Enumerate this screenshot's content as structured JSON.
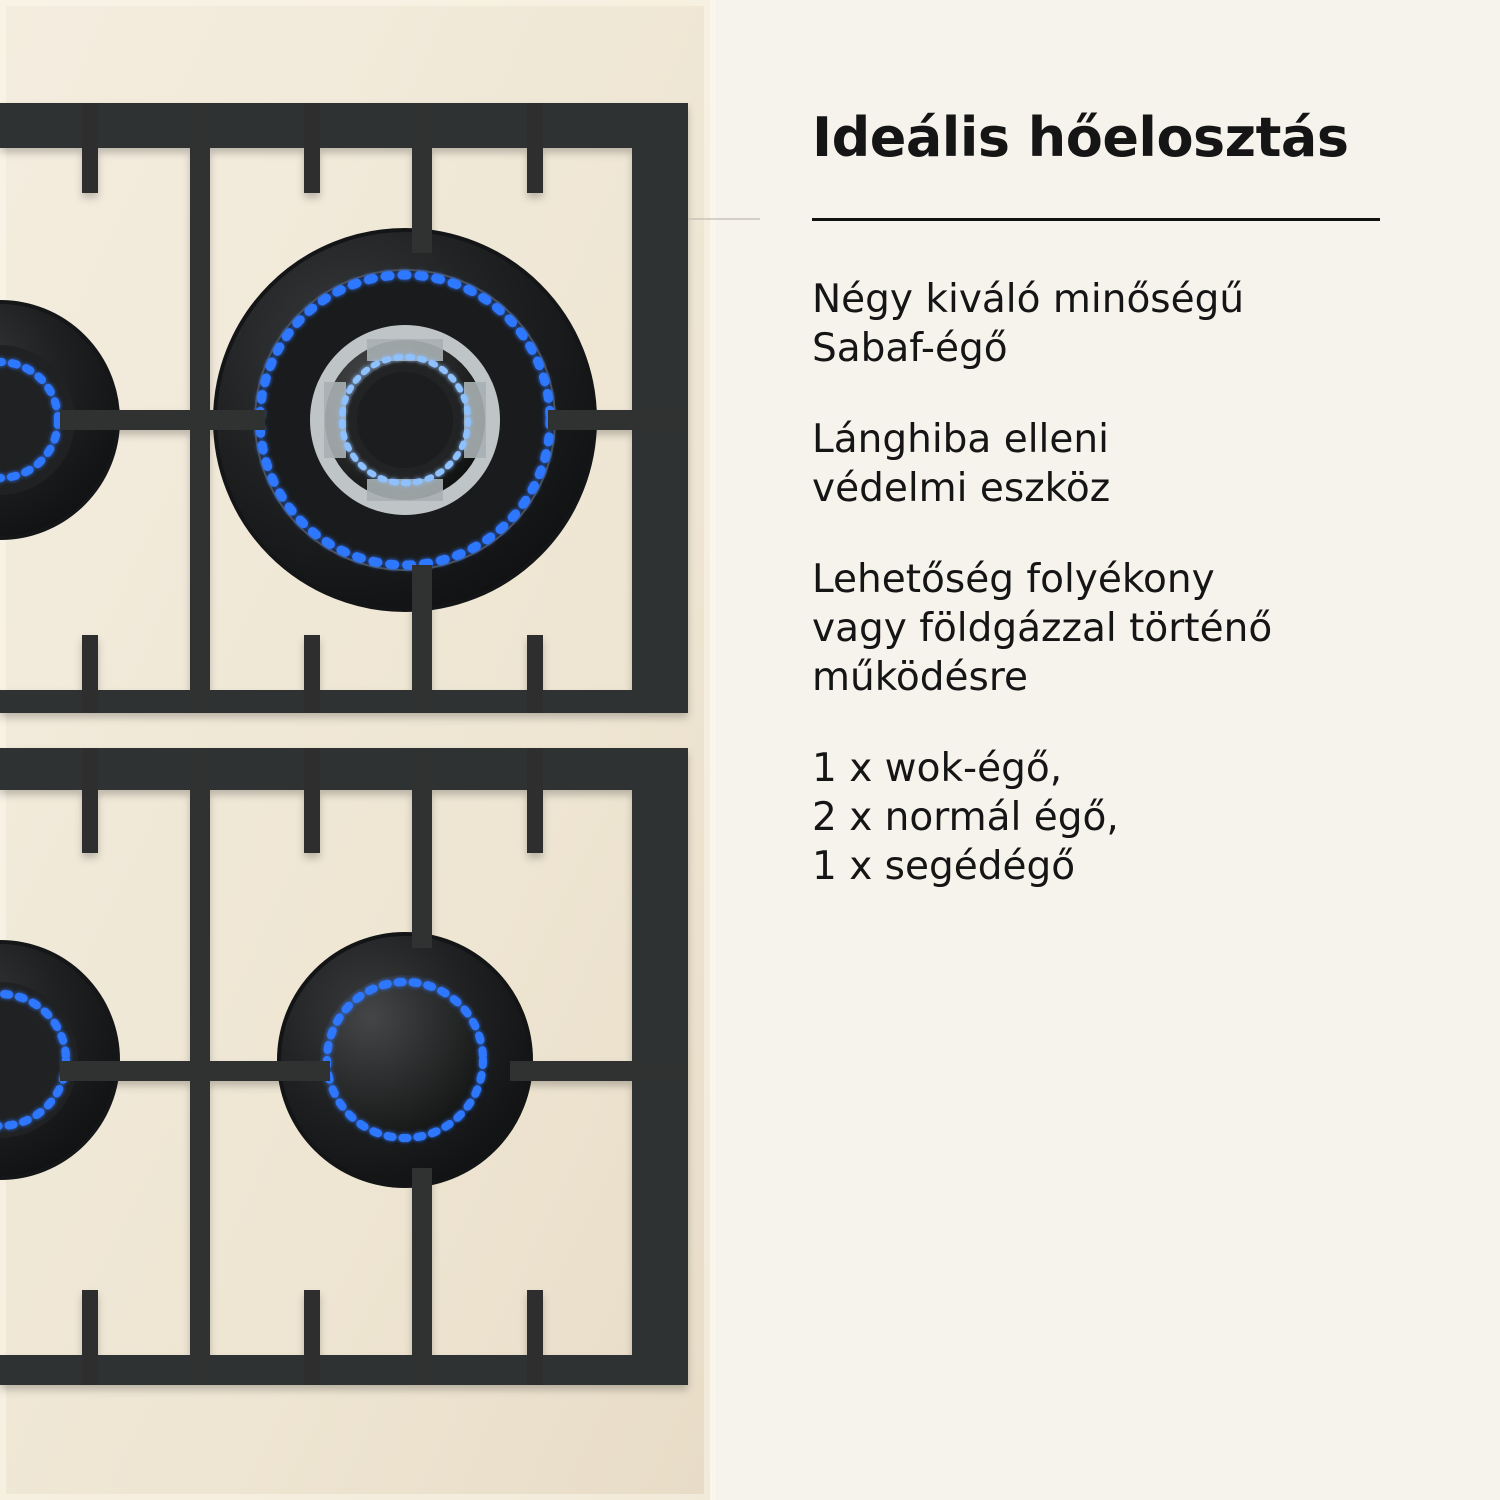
{
  "headline": "Ideális hőelosztás",
  "features": [
    {
      "lines": [
        "Négy kiváló minőségű",
        "Sabaf-égő"
      ]
    },
    {
      "lines": [
        "Lánghiba elleni",
        "védelmi eszköz"
      ]
    },
    {
      "lines": [
        "Lehetőség folyékony",
        "vagy földgázzal történő",
        "működésre"
      ]
    },
    {
      "lines": [
        "1 x wok-égő,",
        "2 x normál égő,",
        "1 x segédégő"
      ]
    }
  ],
  "colors": {
    "background": "#f6f3ec",
    "grate": "#2f3030",
    "burner": "#1b1c1d",
    "flame_blue": "#2e77ff",
    "text": "#151515"
  }
}
